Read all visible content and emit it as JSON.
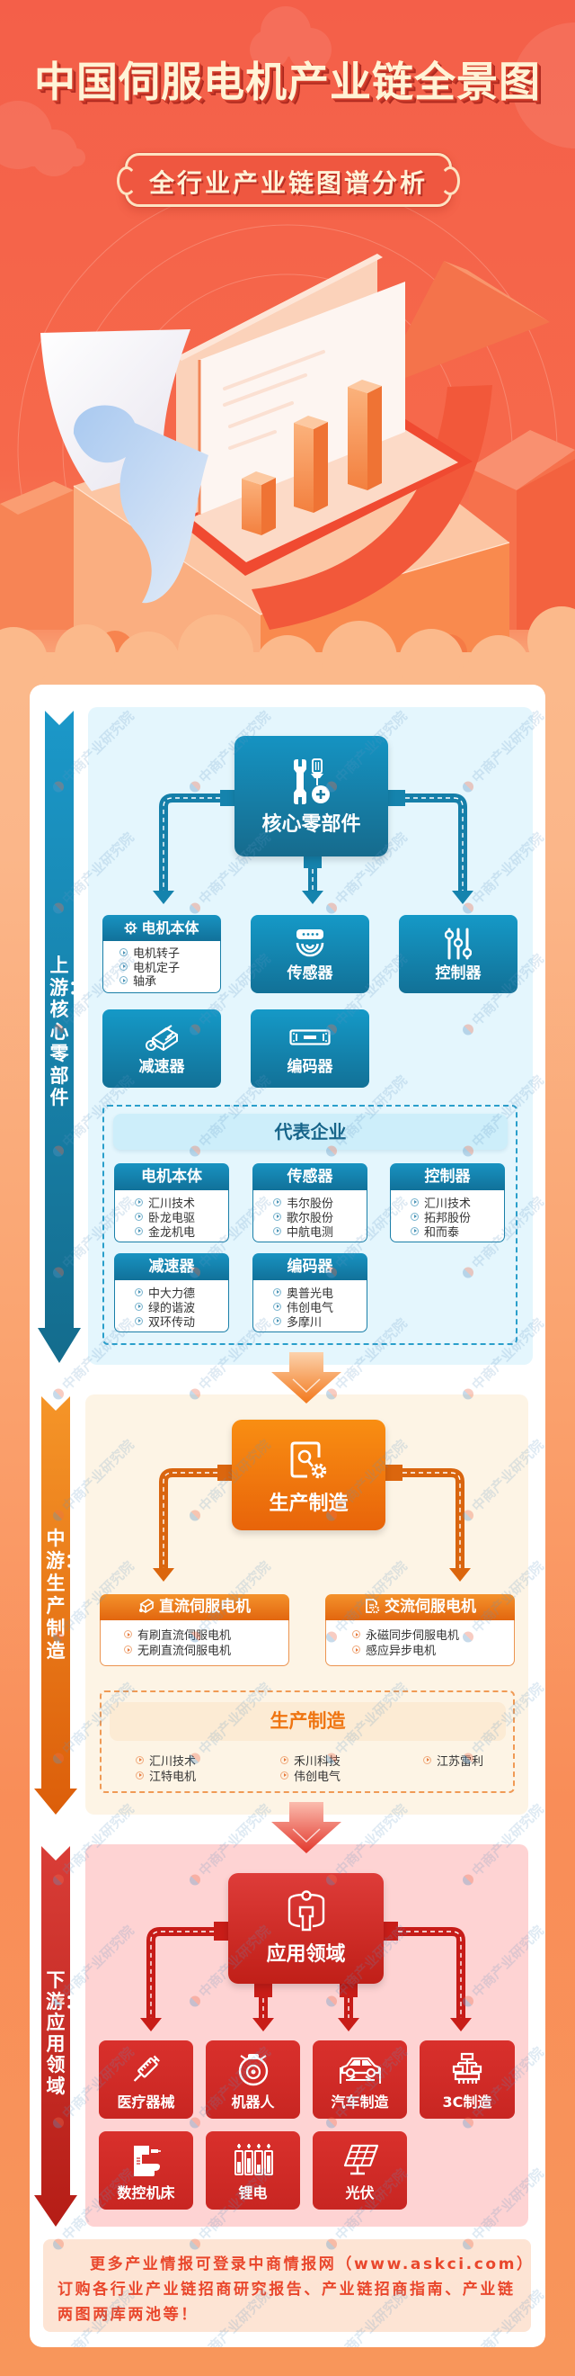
{
  "header": {
    "title": "中国伺服电机产业链全景图",
    "subtitle": "全行业产业链图谱分析"
  },
  "watermark": "中商产业研究院",
  "upstream": {
    "stage_label": "上游：核心零部件",
    "core": {
      "label": "核心零部件",
      "icon": "wrench-screwdriver-icon"
    },
    "components": [
      {
        "label": "电机本体",
        "icon": "gear-icon",
        "items": [
          "电机转子",
          "电机定子",
          "轴承"
        ]
      },
      {
        "label": "传感器",
        "icon": "sensor-icon"
      },
      {
        "label": "控制器",
        "icon": "sliders-icon"
      },
      {
        "label": "减速器",
        "icon": "reducer-icon"
      },
      {
        "label": "编码器",
        "icon": "encoder-icon"
      }
    ],
    "companies_title": "代表企业",
    "companies": [
      {
        "category": "电机本体",
        "items": [
          "汇川技术",
          "卧龙电驱",
          "金龙机电"
        ]
      },
      {
        "category": "传感器",
        "items": [
          "韦尔股份",
          "歌尔股份",
          "中航电测"
        ]
      },
      {
        "category": "控制器",
        "items": [
          "汇川技术",
          "拓邦股份",
          "和而泰"
        ]
      },
      {
        "category": "减速器",
        "items": [
          "中大力德",
          "绿的谐波",
          "双环传动"
        ]
      },
      {
        "category": "编码器",
        "items": [
          "奥普光电",
          "伟创电气",
          "多摩川"
        ]
      }
    ]
  },
  "midstream": {
    "stage_label": "中游：生产制造",
    "core": {
      "label": "生产制造",
      "icon": "manufacturing-icon"
    },
    "categories": [
      {
        "label": "直流伺服电机",
        "icon": "dc-motor-icon",
        "items": [
          "有刷直流伺服电机",
          "无刷直流伺服电机"
        ]
      },
      {
        "label": "交流伺服电机",
        "icon": "ac-motor-icon",
        "items": [
          "永磁同步伺服电机",
          "感应异步电机"
        ]
      }
    ],
    "companies_title": "生产制造",
    "companies": [
      "汇川技术",
      "禾川科技",
      "江苏雷利",
      "江特电机",
      "伟创电气"
    ]
  },
  "downstream": {
    "stage_label": "下游：应用领域",
    "core": {
      "label": "应用领域",
      "icon": "application-icon"
    },
    "applications": [
      {
        "label": "医疗器械",
        "icon": "syringe-icon"
      },
      {
        "label": "机器人",
        "icon": "robot-icon"
      },
      {
        "label": "汽车制造",
        "icon": "car-icon"
      },
      {
        "label": "3C制造",
        "icon": "circuit-icon"
      },
      {
        "label": "数控机床",
        "icon": "cnc-machine-icon"
      },
      {
        "label": "锂电",
        "icon": "battery-icon"
      },
      {
        "label": "光伏",
        "icon": "solar-panel-icon"
      }
    ]
  },
  "footer": {
    "line1": "更多产业情报可登录中商情报网（www.askci.com）",
    "line2": "订购各行业产业链招商研究报告、产业链招商指南、产业链",
    "line3": "两图两库两池等！"
  },
  "colors": {
    "upstream": "#1589b6",
    "midstream": "#f07a14",
    "downstream": "#d12a26",
    "footer_text": "#e9472c",
    "title": "#fff3d6",
    "upstream_bg": "#e4f6fd",
    "midstream_bg": "#fdf4e5",
    "downstream_bg": "#fed3d3"
  }
}
